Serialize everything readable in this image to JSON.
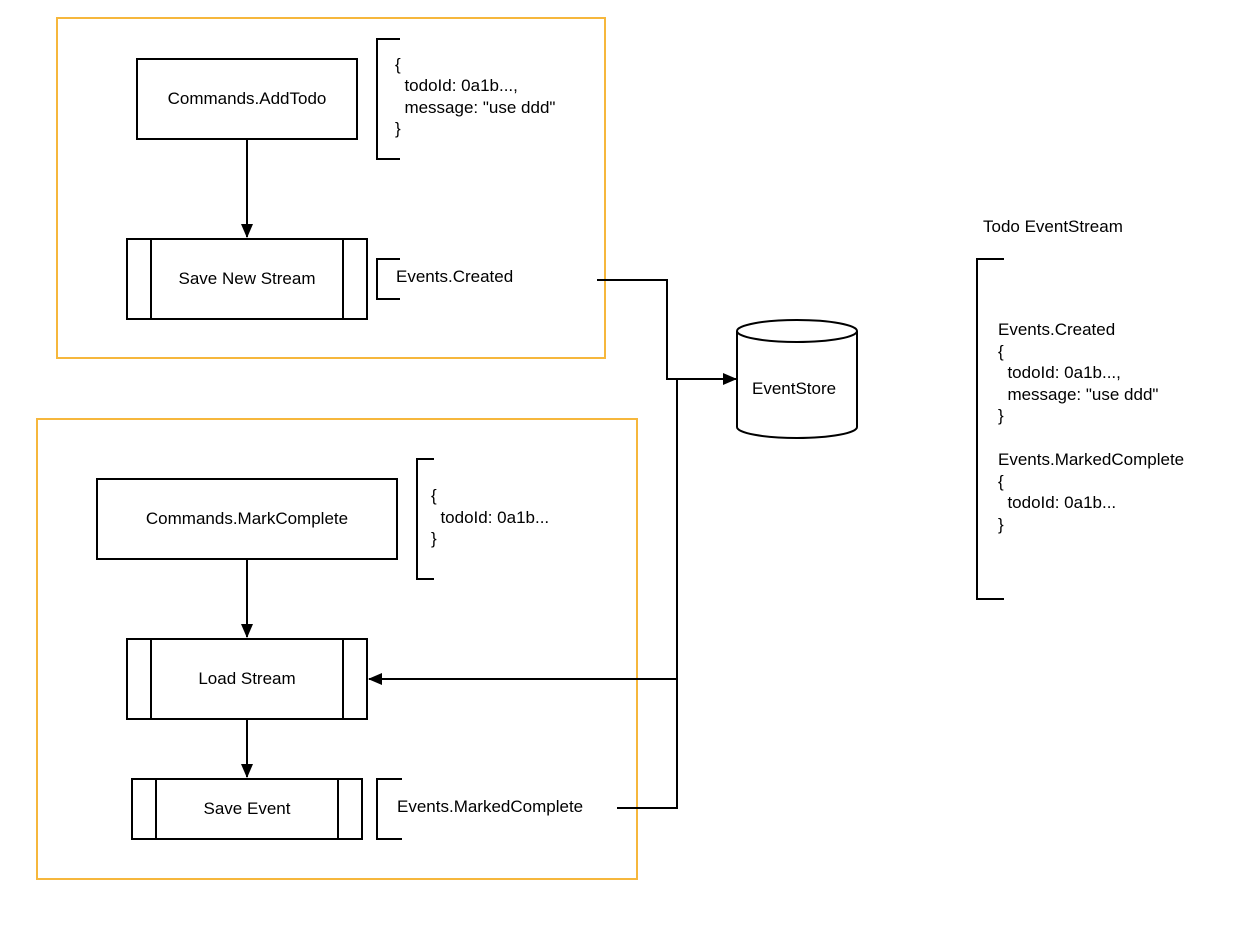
{
  "colors": {
    "frame": "#f6b73c",
    "line": "#000000",
    "background": "#ffffff"
  },
  "add_todo_group": {
    "command": "Commands.AddTodo",
    "payload": [
      "{",
      "  todoId: 0a1b...,",
      "  message: \"use ddd\"",
      "}"
    ],
    "action": "Save New Stream",
    "event": "Events.Created"
  },
  "mark_complete_group": {
    "command": "Commands.MarkComplete",
    "payload": [
      "{",
      "  todoId: 0a1b...",
      "}"
    ],
    "load_action": "Load Stream",
    "save_action": "Save Event",
    "event": "Events.MarkedComplete"
  },
  "event_store": {
    "label": "EventStore"
  },
  "stream": {
    "title": "Todo EventStream",
    "entries": [
      "Events.Created",
      "{",
      "  todoId: 0a1b...,",
      "  message: \"use ddd\"",
      "}",
      "",
      "Events.MarkedComplete",
      "{",
      "  todoId: 0a1b...",
      "}"
    ]
  }
}
